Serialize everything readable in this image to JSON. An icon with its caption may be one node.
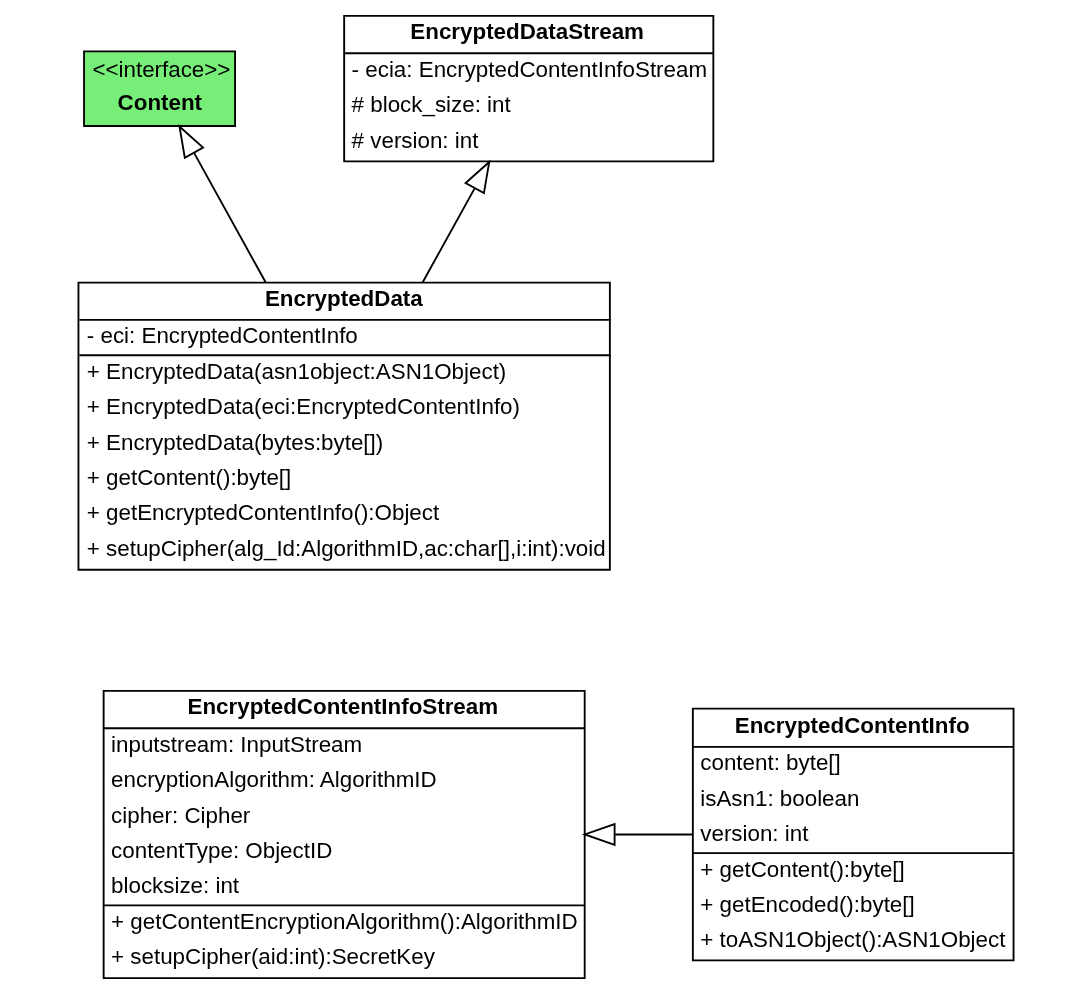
{
  "diagram": {
    "nodes": [
      {
        "text": [
          "<<interface>>",
          "Content"
        ]
      },
      {
        "text": [
          "EncryptedDataStream",
          "- ecia: EncryptedContentInfoStream",
          "# block_size: int",
          "# version: int"
        ]
      },
      {
        "text": [
          "EncryptedData",
          "- eci: EncryptedContentInfo",
          "+ EncryptedData(asn1object:ASN1Object)",
          "+ EncryptedData(eci:EncryptedContentInfo)",
          "+ EncryptedData(bytes:byte[])",
          "+ getContent():byte[]",
          "+ getEncryptedContentInfo():Object",
          "+ setupCipher(alg_Id:AlgorithmID,ac:char[],i:int):void"
        ]
      },
      {
        "text": [
          "EncryptedContentInfoStream",
          "inputstream: InputStream",
          "encryptionAlgorithm: AlgorithmID",
          "cipher: Cipher",
          "contentType: ObjectID",
          "blocksize: int",
          "+ getContentEncryptionAlgorithm():AlgorithmID",
          "+ setupCipher(aid:int):SecretKey"
        ]
      },
      {
        "text": [
          "EncryptedContentInfo",
          "content: byte[]",
          "isAsn1: boolean",
          "version: int",
          "+ getContent():byte[]",
          "+ getEncoded():byte[]",
          "+ toASN1Object():ASN1Object"
        ]
      }
    ],
    "edges": [
      {
        "from": 2,
        "to": 0,
        "arrow": "to"
      },
      {
        "from": 2,
        "to": 1,
        "arrow": "to"
      },
      {
        "from": 4,
        "to": 3,
        "arrow": "to"
      }
    ]
  }
}
